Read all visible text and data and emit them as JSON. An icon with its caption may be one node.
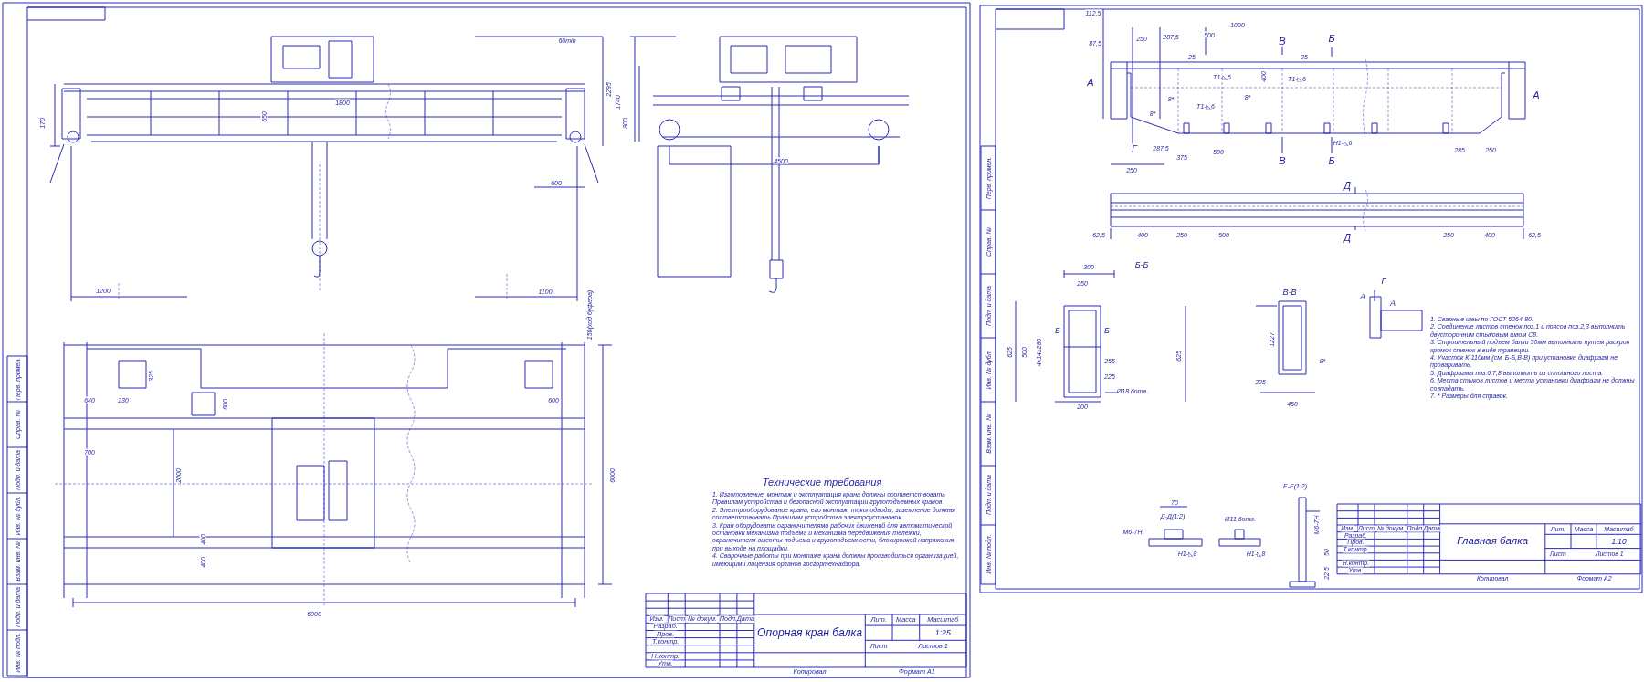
{
  "diagram": {
    "labels": [
      "60min",
      "2295",
      "1740",
      "800",
      "1800",
      "550",
      "170",
      "4500",
      "600",
      "1200",
      "1100",
      "150(ход буфера)",
      "325",
      "640",
      "230",
      "600",
      "600",
      "700",
      "2000",
      "6000",
      "400",
      "400",
      "6000",
      "Технические требования",
      "1. Изготовление, монтаж и эксплуатация крана должны соответствовать Правилам устройства и безопасной эксплуатации грузоподъемных кранов.",
      "2. Электрооборудование крана, его монтаж, токоподводы, заземление должны соответствовать Правилам устройства электроустановок.",
      "3. Кран оборудовать ограничителями рабочих движений для автоматической остановки механизма подъема и механизма передвижения тележки, ограничителя высоты подъема и грузоподъемности, блокировкой напряжения при выходе на площадки.",
      "4. Сварочные работы при монтаже крана должны производиться организацией, имеющими лицензия органов госгортехнадзора.",
      "Изм.",
      "Лист",
      "№ докум.",
      "Подп.",
      "Дата",
      "Разраб.",
      "Пров.",
      "Т.контр.",
      "Н.контр.",
      "Утв.",
      "Опорная кран балка",
      "Лит.",
      "Масса",
      "Масштаб",
      "1:25",
      "Лист",
      "Листов 1",
      "Копировал",
      "Формат A1",
      "Перв. примен.",
      "Справ. №",
      "Подп. и дата",
      "Инв. № дубл.",
      "Взам. инв. №",
      "Подп. и дата",
      "Инв. № подл.",
      "112,5",
      "87,5",
      "250",
      "287,5",
      "500",
      "1000",
      "В",
      "Б",
      "А",
      "А",
      "25",
      "25",
      "Т1-◺6",
      "400",
      "Т1-◺6",
      "8*",
      "Т1-◺6",
      "8*",
      "8*",
      "Н1-◺6",
      "Г",
      "287,5",
      "375",
      "500",
      "285",
      "250",
      "В",
      "Б",
      "250",
      "Д",
      "62,5",
      "400",
      "250",
      "500",
      "Д",
      "250",
      "400",
      "62,5",
      "300",
      "Б-Б",
      "250",
      "Б",
      "Б",
      "625",
      "500",
      "4х14х280",
      "255",
      "225",
      "200",
      "Ø18 6отв.",
      "В-В",
      "625",
      "1227",
      "225",
      "8*",
      "450",
      "Г",
      "А",
      "А",
      "70",
      "Д-Д(1:2)",
      "М6-7Н",
      "Н1-◺8",
      "Ø11 6отв.",
      "Н1-◺8",
      "Е-Е(1:2)",
      "М6-7Н",
      "50",
      "22,5",
      "1. Сварные швы по ГОСТ 5264-80.",
      "2. Соединение листов стенок поз.1 и поясов поз.2,3 выполнить двусторонним стыковым швом С8.",
      "3. Строительный подъем балки 30мм выполнить путем раскроя кромок стенок в виде трапеции.",
      "4. Участок К-110мм (см. Б-Б,В-В) при установке диафрагм не проваривать.",
      "5. Диафрагмы поз.6,7,8 выполнить из сплошного листа.",
      "6. Места стыков листов и места установки диафрагм не должны совпадать.",
      "7. * Размеры для справок.",
      "Изм.",
      "Лист",
      "№ докум.",
      "Подп.",
      "Дата",
      "Разраб.",
      "Пров.",
      "Т.контр.",
      "Н.контр.",
      "Утв.",
      "Главная балка",
      "Лит.",
      "Масса",
      "Масштаб",
      "1:10",
      "Лист",
      "Листов 1",
      "Копировал",
      "Формат A2",
      "Перв. примен.",
      "Справ. №",
      "Подп. и дата",
      "Инв. № дубл.",
      "Взам. инв. №",
      "Подп. и дата",
      "Инв. № подл."
    ]
  }
}
